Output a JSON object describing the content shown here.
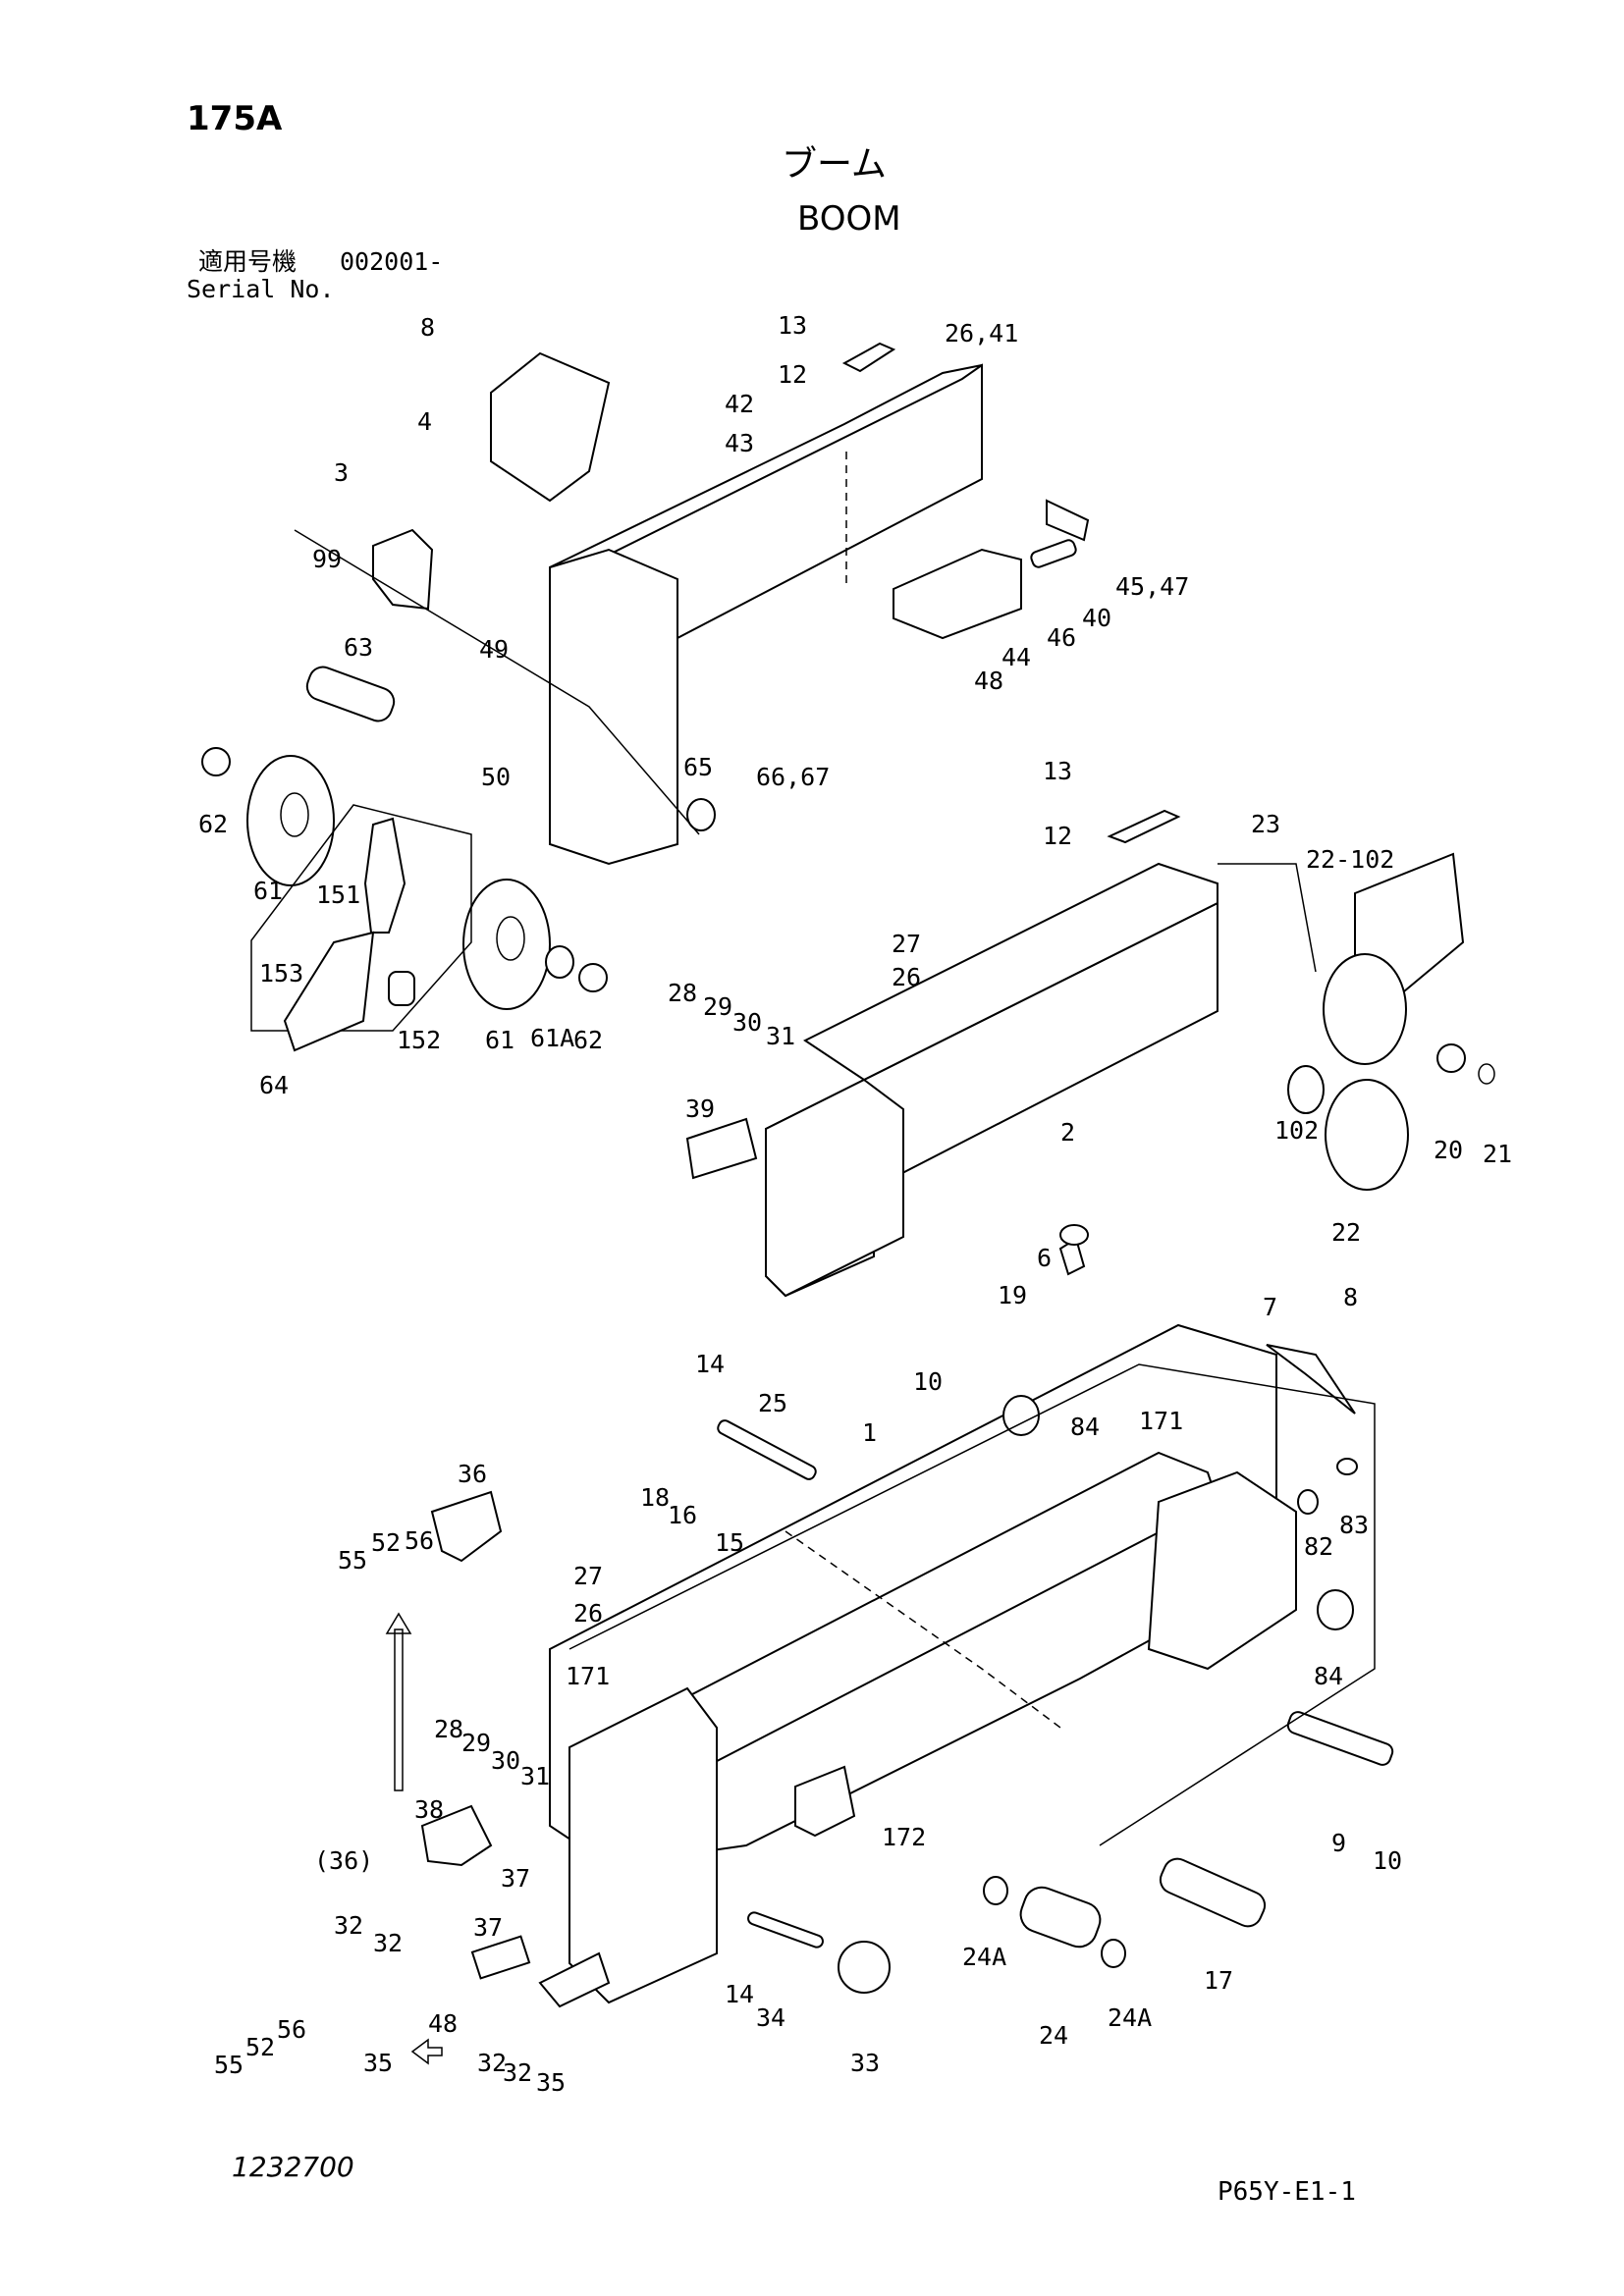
{
  "page_number": "175A",
  "title_jp": "ブーム",
  "title_en": "BOOM",
  "serial": {
    "label_jp": "適用号機",
    "value": "002001-",
    "label_en": "Serial No."
  },
  "drawing_number": "1232700",
  "page_code": "P65Y-E1-1",
  "callouts": [
    "8",
    "4",
    "3",
    "99",
    "49",
    "63",
    "50",
    "62",
    "61",
    "151",
    "153",
    "152",
    "64",
    "61",
    "61A",
    "62",
    "13",
    "12",
    "26,41",
    "42",
    "43",
    "45,47",
    "40",
    "46",
    "44",
    "48",
    "65",
    "66,67",
    "13",
    "12",
    "23",
    "22-102",
    "27",
    "26",
    "28",
    "29",
    "30",
    "31",
    "39",
    "2",
    "20",
    "21",
    "102",
    "22",
    "6",
    "19",
    "7",
    "8",
    "14",
    "25",
    "10",
    "1",
    "84",
    "171",
    "18",
    "16",
    "15",
    "83",
    "82",
    "84",
    "36",
    "55",
    "52",
    "56",
    "27",
    "26",
    "171",
    "28",
    "29",
    "30",
    "31",
    "9",
    "10",
    "38",
    "(36)",
    "37",
    "172",
    "32",
    "32",
    "37",
    "14",
    "34",
    "24A",
    "24",
    "24A",
    "17",
    "48",
    "33",
    "55",
    "52",
    "56",
    "35",
    "32",
    "32",
    "35"
  ]
}
